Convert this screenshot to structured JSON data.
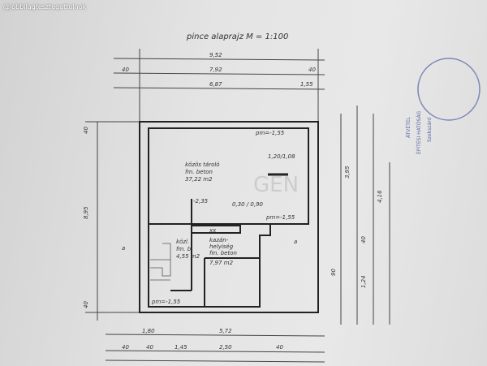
{
  "watermark": "@jobbilagtesztegattolnok",
  "logo_text": "GEN",
  "title": "pince alaprajz  M = 1:100",
  "dims_top": [
    "9,52",
    "7,92",
    "6,87"
  ],
  "dims_top_side": [
    "40",
    "40",
    "1,55"
  ],
  "dims_left": [
    "8,95",
    "40",
    "40"
  ],
  "dims_right": [
    "3,95",
    "4,16",
    "40",
    "1,24",
    "90"
  ],
  "dims_bottom": [
    "1,80",
    "5,72",
    "40",
    "40",
    "1,45",
    "2,50",
    "40"
  ],
  "rooms": [
    {
      "name": "közös tároló",
      "line2": "fm. beton",
      "area": "37,22 m2"
    },
    {
      "name": "közl.",
      "line2": "fm. b.",
      "area": "4,55 m2"
    },
    {
      "name": "kazán-",
      "line2": "helyiség",
      "line3": "fm. beton",
      "area": "7,97 m2"
    }
  ],
  "labels": {
    "level1": "pm=-1,55",
    "level2": "pm=-1,55",
    "level3": "pm=-1,55",
    "height": "-2,35",
    "door": "1,20/1,08",
    "window": "0,30 / 0,90",
    "beam": "xx",
    "section": "a"
  },
  "stamp_text": [
    "ÁTVÉTEL",
    "ÉPÍTÉSI HATÓSÁG",
    "Szekszárd"
  ]
}
